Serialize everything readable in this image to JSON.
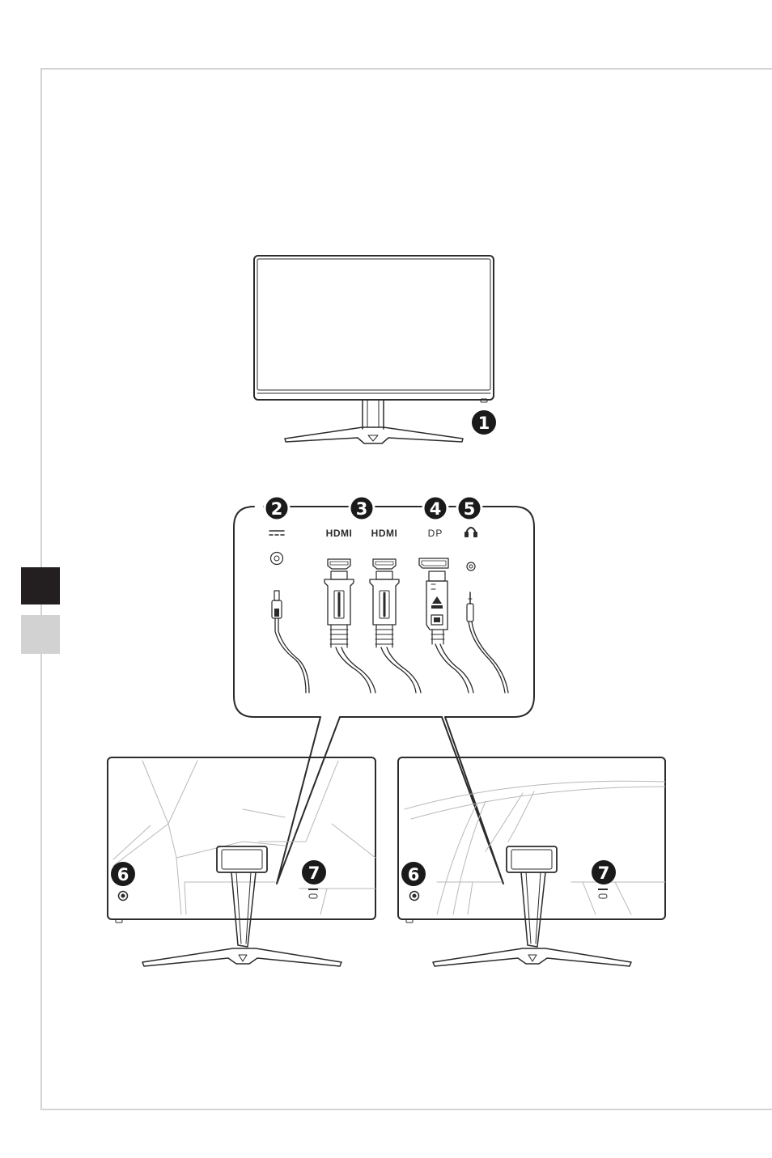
{
  "colors": {
    "line": "#2b2b2b",
    "callout_fill": "#1a1a1a",
    "callout_text": "#ffffff",
    "frame": "#d4d4d4",
    "tab_active": "#231f20",
    "tab_inactive": "#d2d2d2"
  },
  "callouts": {
    "c1": "1",
    "c2": "2",
    "c3": "3",
    "c4": "4",
    "c5": "5",
    "c6_left": "6",
    "c7_left": "7",
    "c6_right": "6",
    "c7_right": "7"
  },
  "port_labels": {
    "hdmi_1": "HDMI",
    "hdmi_2": "HDMI",
    "dp": "DP"
  },
  "icons": {
    "power": "dc-power-icon",
    "headphone": "headphone-icon",
    "kensington": "kensington-lock-icon",
    "joystick": "navigation-joystick-icon"
  }
}
